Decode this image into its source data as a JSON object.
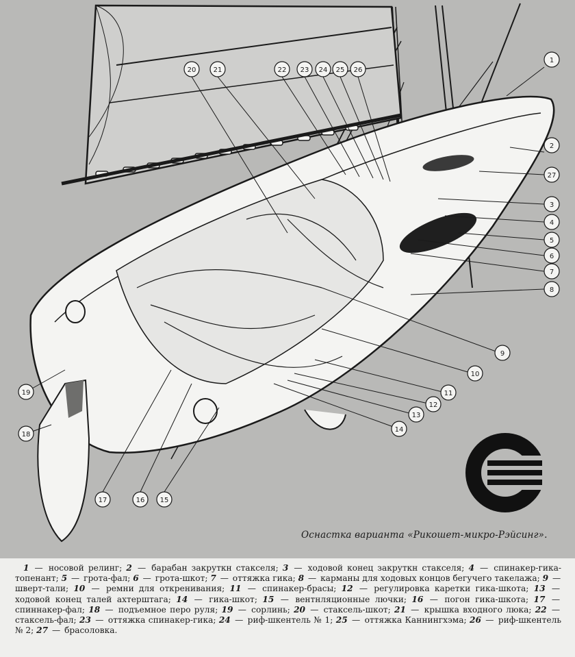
{
  "caption": "Оснастка варианта «Рикошет-микро-Рэйсинг».",
  "legend": [
    {
      "n": "1",
      "text": "носовой релинг"
    },
    {
      "n": "2",
      "text": "барабан закруткн стакселя"
    },
    {
      "n": "3",
      "text": "ходовой конец закруткн стакселя"
    },
    {
      "n": "4",
      "text": "спинакер-гика-топенант"
    },
    {
      "n": "5",
      "text": "грота-фал"
    },
    {
      "n": "6",
      "text": "грота-шкот"
    },
    {
      "n": "7",
      "text": "оттяжка гика"
    },
    {
      "n": "8",
      "text": "карманы для ходовых концов бегучего такелажа"
    },
    {
      "n": "9",
      "text": "шверт-тали"
    },
    {
      "n": "10",
      "text": "ремни для откренивания"
    },
    {
      "n": "11",
      "text": "спинакер-брасы"
    },
    {
      "n": "12",
      "text": "регулировка каретки гика-шкота"
    },
    {
      "n": "13",
      "text": "ходовой конец талей ахтерштага"
    },
    {
      "n": "14",
      "text": "гика-шкот"
    },
    {
      "n": "15",
      "text": "вентнляционные лючки"
    },
    {
      "n": "16",
      "text": "погон гика-шкота"
    },
    {
      "n": "17",
      "text": "спиннакер-фал"
    },
    {
      "n": "18",
      "text": "подъемное перо руля"
    },
    {
      "n": "19",
      "text": "сорлинь"
    },
    {
      "n": "20",
      "text": "стаксель-шкот"
    },
    {
      "n": "21",
      "text": "крышка входного люка"
    },
    {
      "n": "22",
      "text": "стаксель-фал"
    },
    {
      "n": "23",
      "text": "оттяжка спинакер-гика"
    },
    {
      "n": "24",
      "text": "риф-шкентель № 1"
    },
    {
      "n": "25",
      "text": "оттяжка Каннингхэма"
    },
    {
      "n": "26",
      "text": "риф-шкентель № 2"
    },
    {
      "n": "27",
      "text": "брасоловка"
    }
  ],
  "callouts": [
    "1",
    "2",
    "3",
    "4",
    "5",
    "6",
    "7",
    "8",
    "9",
    "10",
    "11",
    "12",
    "13",
    "14",
    "15",
    "16",
    "17",
    "18",
    "19",
    "20",
    "21",
    "22",
    "23",
    "24",
    "25",
    "26",
    "27"
  ],
  "colors": {
    "panel": "#b9b9b7",
    "ink": "#1a1a1a",
    "hull": "#f4f4f2",
    "paper": "#efefed"
  }
}
